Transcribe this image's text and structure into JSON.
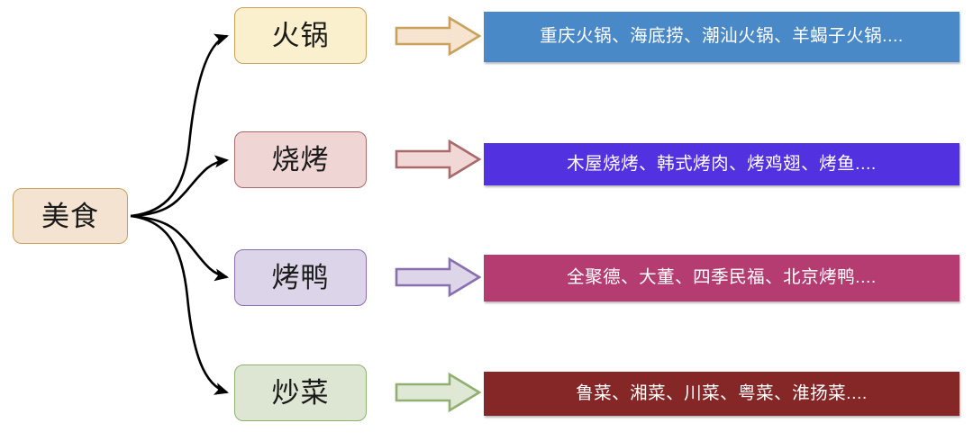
{
  "diagram": {
    "type": "mind-map",
    "root": {
      "label": "美食",
      "fill": "#F4E3D0",
      "border": "#C9A15C"
    },
    "branches": [
      {
        "category_label": "火锅",
        "category_fill": "#FAF0CD",
        "category_border": "#C9A15C",
        "arrow_fill": "#F7E4D0",
        "arrow_border": "#C9A15C",
        "result_text": "重庆火锅、海底捞、潮汕火锅、羊蝎子火锅....",
        "result_fill": "#4A89C8"
      },
      {
        "category_label": "烧烤",
        "category_fill": "#F0D5D5",
        "category_border": "#A86A6A",
        "arrow_fill": "#F2D7D7",
        "arrow_border": "#A86A6A",
        "result_text": "木屋烧烤、韩式烤肉、烤鸡翅、烤鱼....",
        "result_fill": "#5232E0"
      },
      {
        "category_label": "烤鸭",
        "category_fill": "#DCD4E8",
        "category_border": "#8A6FB0",
        "arrow_fill": "#DDD6E9",
        "arrow_border": "#8A6FB0",
        "result_text": "全聚德、大董、四季民福、北京烤鸭....",
        "result_fill": "#B43C71"
      },
      {
        "category_label": "炒菜",
        "category_fill": "#DCE6D2",
        "category_border": "#8FB070",
        "arrow_fill": "#DFE8D5",
        "arrow_border": "#8FB070",
        "result_text": "鲁菜、湘菜、川菜、粤菜、淮扬菜....",
        "result_fill": "#852727"
      }
    ],
    "connector_color": "#000000"
  }
}
